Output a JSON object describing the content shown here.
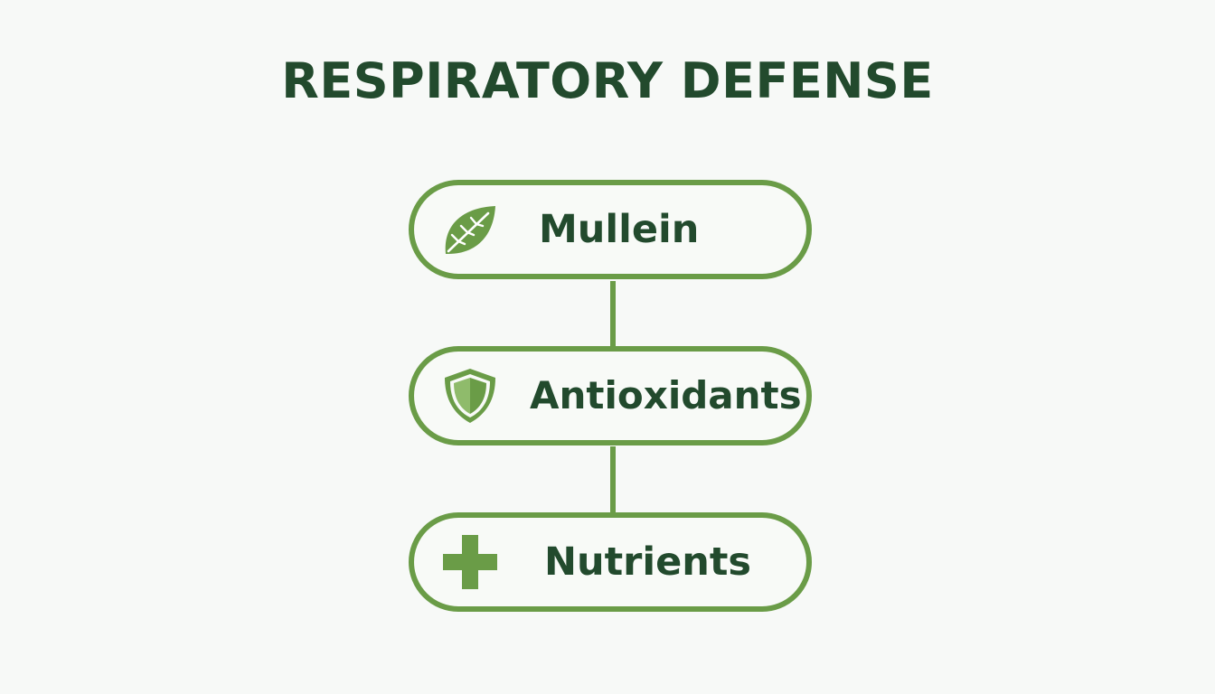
{
  "title": "RESPIRATORY DEFENSE",
  "colors": {
    "background": "#f7f9f7",
    "accent_green": "#6a9c47",
    "text_dark_green": "#224a2d"
  },
  "nodes": [
    {
      "label": "Mullein",
      "icon": "leaf-icon"
    },
    {
      "label": "Antioxidants",
      "icon": "shield-icon"
    },
    {
      "label": "Nutrients",
      "icon": "plus-cross-icon"
    }
  ]
}
